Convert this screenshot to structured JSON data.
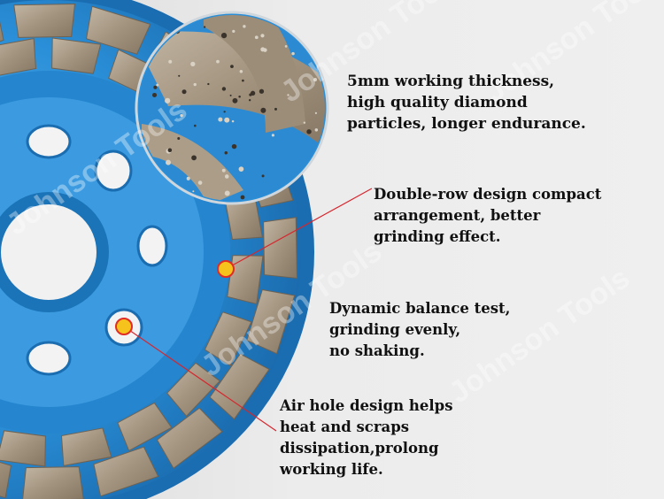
{
  "callouts": {
    "working_thickness": "5mm working thickness,\nhigh quality diamond\nparticles, longer endurance.",
    "double_row": "Double-row design compact\narrangement, better\ngrinding effect.",
    "dynamic_balance": "Dynamic balance test,\ngrinding evenly,\nno shaking.",
    "air_hole": "Air hole design helps\nheat and scraps\ndissipation,prolong\nworking life."
  },
  "watermark": "Johnson Tools",
  "colors": {
    "wheel_body": "#2a8fd8",
    "wheel_shade": "#1d6fb3",
    "segment": "#a89a86",
    "pointer_line": "#d6262e",
    "marker_fill": "#f6c31c"
  }
}
